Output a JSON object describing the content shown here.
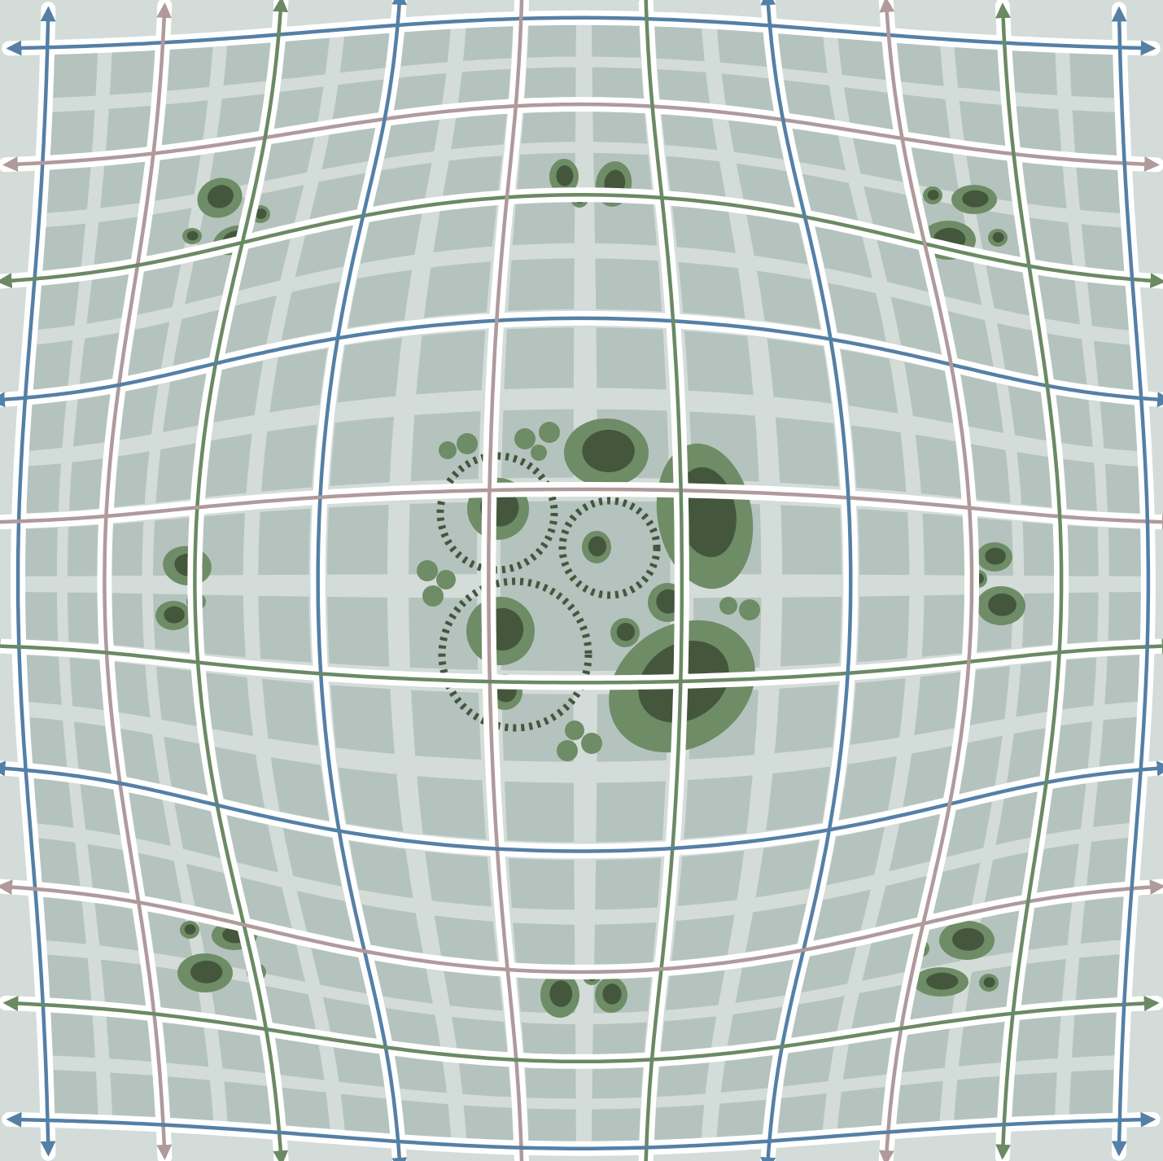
{
  "colors": {
    "background": "#d3dcd8",
    "cell_fill": "#b5c3be",
    "gap_white": "#ffffff",
    "line_blue": "#5580a6",
    "line_mauve": "#b09a9b",
    "line_green": "#6a8a64",
    "blob_outer": "#6e8c66",
    "blob_inner": "#44573d"
  },
  "line_pattern": [
    "blue",
    "mauve",
    "green"
  ],
  "arrowheads": "both-ends",
  "icons": [
    "double-headed-arrow-icon",
    "cell-cluster-icon",
    "dashed-ring-icon"
  ]
}
